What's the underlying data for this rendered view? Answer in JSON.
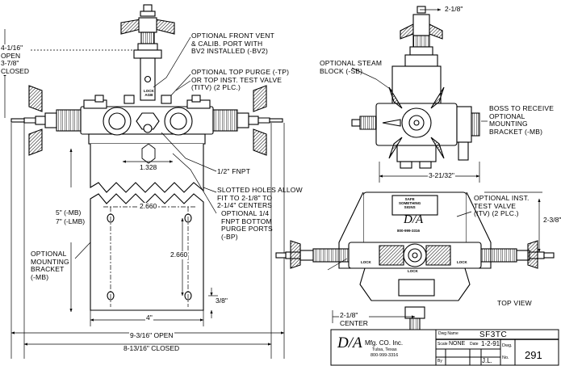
{
  "labels": {
    "front_vent": [
      "OPTIONAL FRONT VENT",
      "& CALIB. PORT WITH",
      "BV2 INSTALLED (-BV2)"
    ],
    "top_purge": [
      "OPTIONAL TOP PURGE (-TP)",
      "OR TOP INST. TEST VALVE",
      "(TITV) (2 PLC.)"
    ],
    "fnpt": "1/2\" FNPT",
    "slotted": [
      "SLOTTED HOLES ALLOW",
      "FIT TO 2-1/8\" TO",
      "2-1/4\" CENTERS"
    ],
    "bottom_purge": [
      "OPTIONAL 1/4",
      "FNPT BOTTOM",
      "PURGE PORTS",
      "(-BP)"
    ],
    "mounting_bracket": [
      "OPTIONAL",
      "MOUNTING",
      "BRACKET",
      "(-MB)"
    ],
    "steam_block": [
      "OPTIONAL STEAM",
      "BLOCK (-SB)"
    ],
    "boss": [
      "BOSS TO RECEIVE",
      "OPTIONAL",
      "MOUNTING",
      "BRACKET (-MB)"
    ],
    "inst_test_valve": [
      "OPTIONAL INST.",
      "TEST VALVE",
      "(ITV) (2 PLC.)"
    ],
    "top_view": "TOP VIEW"
  },
  "dimensions": {
    "open_closed_height": [
      "4-1/16\"",
      "OPEN",
      "3-7/8\"",
      "CLOSED"
    ],
    "center_1328": "1.328",
    "bracket_height": [
      "5\" (-MB)",
      "7\" (-LMB)"
    ],
    "hole_spacing_h": "2.660",
    "hole_spacing_v": "2.660",
    "bracket_width": "4\"",
    "edge_3_8": "3/8\"",
    "width_open": "9-3/16\" OPEN",
    "width_closed": "8-13/16\" CLOSED",
    "side_top": "2-1/8\"",
    "side_depth": "3-21/32\"",
    "top_view_height": "2-3/8\"",
    "top_view_center": [
      "2-1/8\"",
      "CENTER"
    ]
  },
  "parts": {
    "lock_marks": [
      "LOCK",
      "LOCK",
      "LOCK"
    ],
    "valve_tag": [
      "LOCK",
      "AGB"
    ],
    "safe_plate": [
      "SAFE",
      "SOMETHING",
      "SIGNS"
    ],
    "da_logo": "D/A",
    "top_part_number": "800-999-3316"
  },
  "title_block": {
    "company": "Mfg. CO. Inc.",
    "city": "Tulsa, Texas",
    "phone": "800-999-3316",
    "dwg_name_label": "Dwg Name",
    "dwg_name": "SF3TC",
    "scale_label": "Scale",
    "scale": "NONE",
    "date_label": "Date",
    "date": "1-2-91",
    "by_label": "By",
    "by": "J.L.",
    "dwg_no_label": "Dwg.",
    "no_label": "No.",
    "dwg_no": "291"
  }
}
